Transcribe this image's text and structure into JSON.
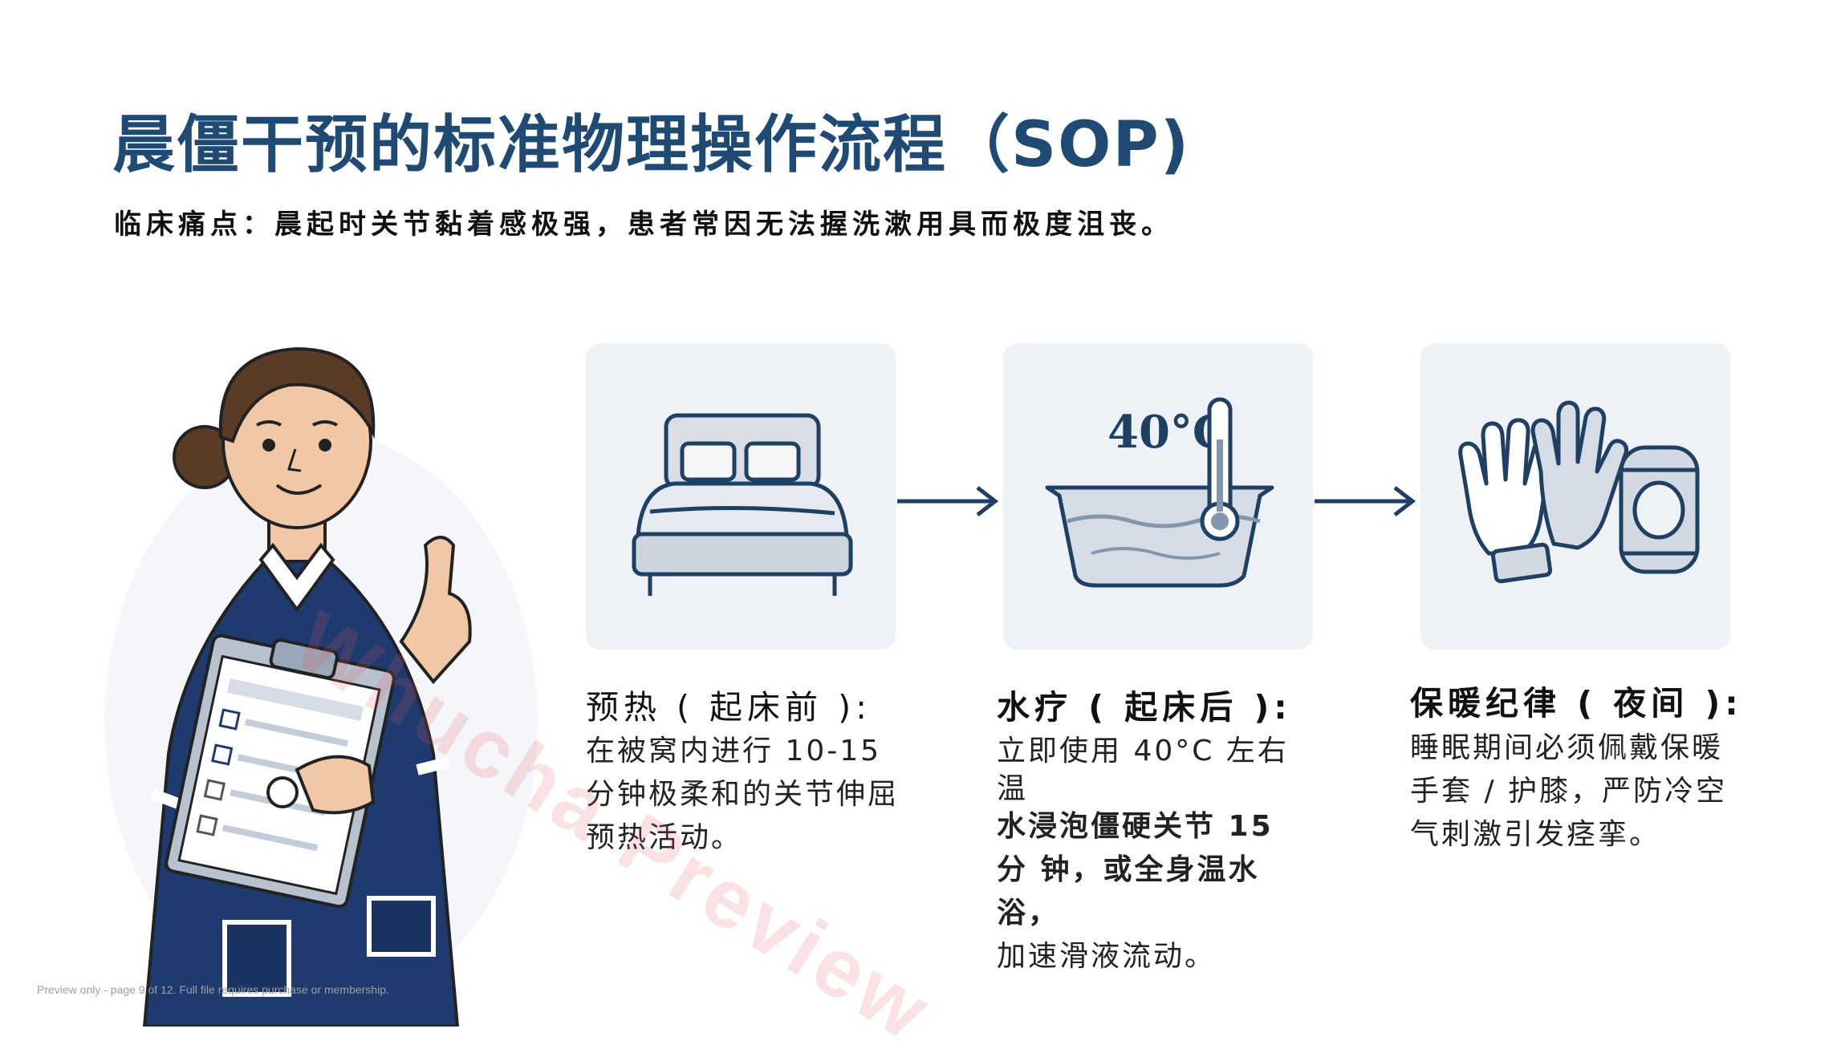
{
  "title": "晨僵干预的标准物理操作流程（SOP)",
  "subtitle": "临床痛点：晨起时关节黏着感极强，患者常因无法握洗漱用具而极度沮丧。",
  "steps": [
    {
      "title": "预热 ( 起床前 ):",
      "lines": [
        "在被窝内进行 10-15",
        "分钟极柔和的关节伸屈",
        "预热活动。"
      ],
      "icon": "bed-icon"
    },
    {
      "title": "水疗 ( 起床后 ):",
      "lines": [
        "立即使用 40°C 左右",
        "温"
      ],
      "bold_lines": [
        "水浸泡僵硬关节 15",
        "分 钟，或全身温水浴，"
      ],
      "tail": "加速滑液流动。",
      "icon": "basin-thermometer-icon",
      "temp_label": "40°C"
    },
    {
      "title": "保暖纪律 ( 夜间 ):",
      "lines": [
        "睡眠期间必须佩戴保暖",
        "手套 / 护膝，严防冷空",
        "气刺激引发痉挛。"
      ],
      "icon": "gloves-kneepad-icon"
    }
  ],
  "watermark": "Whucha Preview",
  "footer_note": "Preview only - page 9 of 12. Full file requires purchase or membership.",
  "colors": {
    "title": "#1f4a73",
    "accent": "#1f3f63",
    "card_bg": "#eef1f5",
    "uniform": "#1e3a6e"
  }
}
